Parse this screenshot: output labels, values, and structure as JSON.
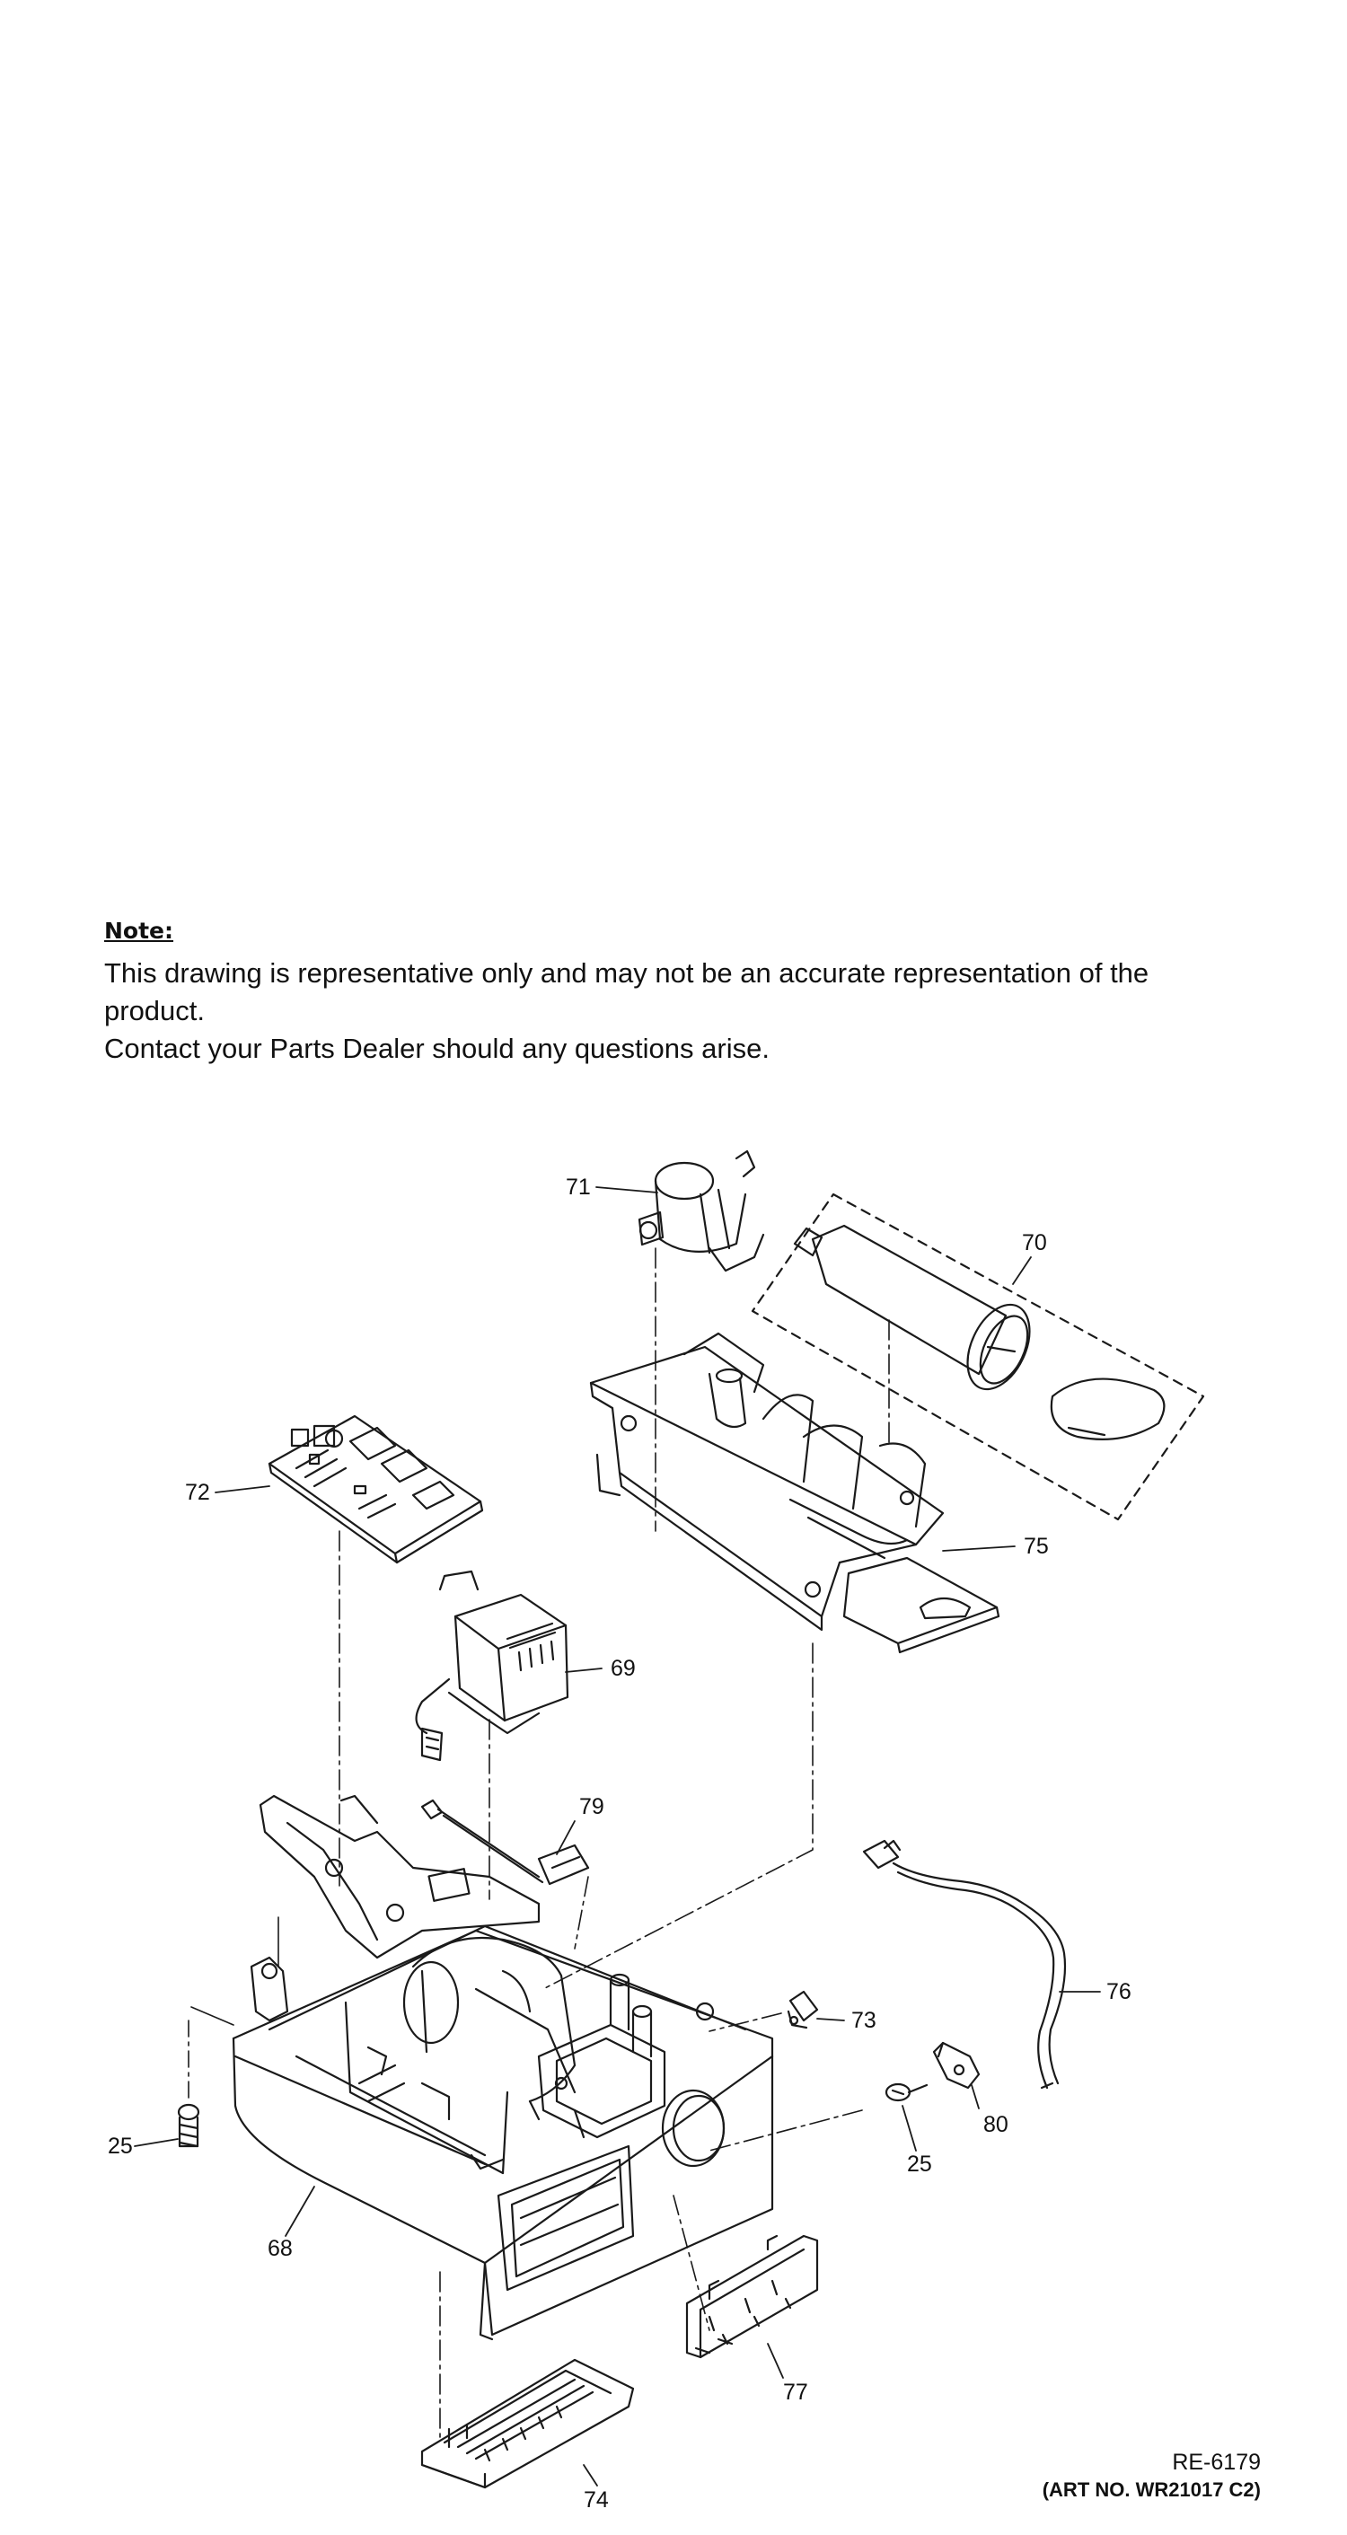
{
  "note": {
    "heading": "Note:",
    "lines": [
      "This drawing is representative only and may not be an accurate representation of the",
      "product.",
      "Contact your Parts Dealer should any questions arise."
    ]
  },
  "callouts": {
    "p71": "71",
    "p70": "70",
    "p72": "72",
    "p75": "75",
    "p69": "69",
    "p79": "79",
    "p76": "76",
    "p73": "73",
    "p25a": "25",
    "p25b": "25",
    "p80": "80",
    "p68": "68",
    "p77": "77",
    "p74": "74"
  },
  "footer": {
    "ref_code": "RE-6179",
    "art_no": "(ART NO. WR21017 C2)"
  }
}
